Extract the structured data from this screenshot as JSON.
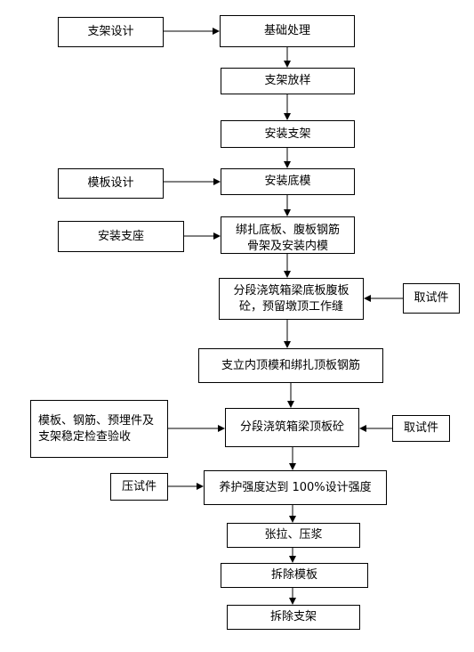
{
  "main_flow": {
    "step_1": "基础处理",
    "step_2": "支架放样",
    "step_3": "安装支架",
    "step_4": "安装底模",
    "step_5": "绑扎底板、腹板钢筋",
    "step_5_overflow": "骨架及安装内模",
    "step_6": "分段浇筑箱梁底板腹板砼，预留墩顶工作缝",
    "step_7": "支立内顶模和绑扎顶板钢筋",
    "step_8": "分段浇筑箱梁顶板砼",
    "step_9": "养护强度达到 100%设计强度",
    "step_10": "张拉、压浆",
    "step_11": "拆除模板",
    "step_12": "拆除支架"
  },
  "side_inputs": {
    "bracket_design": "支架设计",
    "formwork_design": "模板设计",
    "install_bearing": "安装支座",
    "sample_1": "取试件",
    "inspection": "模板、钢筋、预埋件及支架稳定检查验收",
    "sample_2": "取试件",
    "compress_sample": "压试件"
  }
}
